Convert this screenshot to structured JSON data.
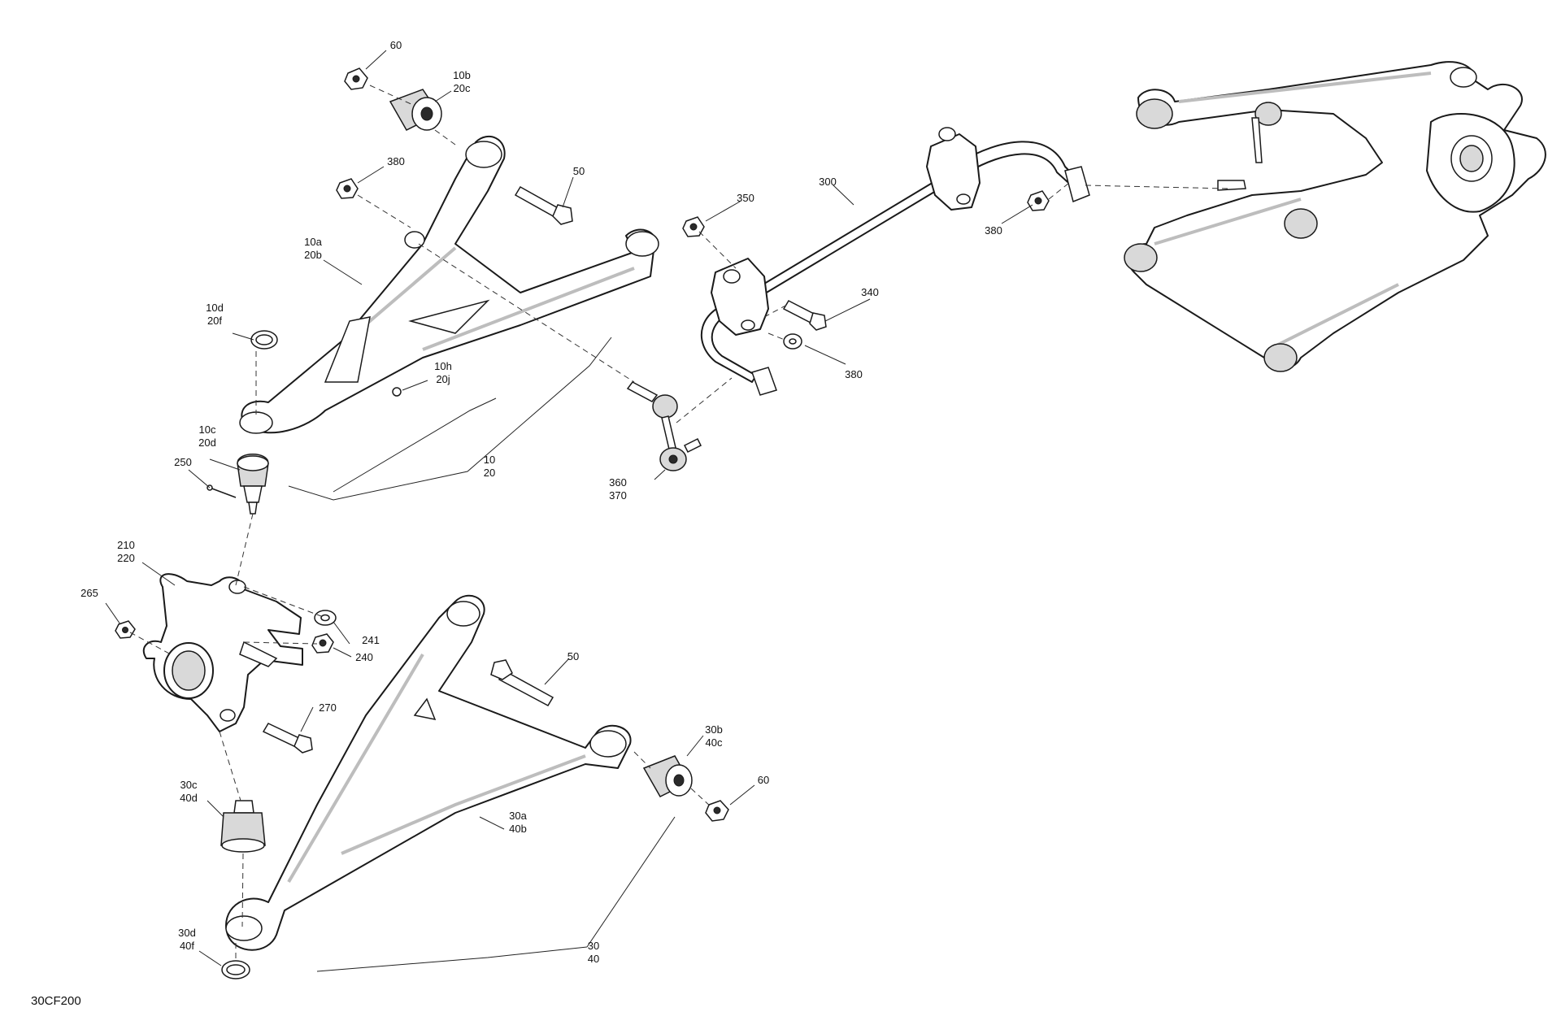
{
  "diagram_code": "30CF200",
  "callouts": [
    {
      "id": "c60a",
      "lines": [
        "60"
      ]
    },
    {
      "id": "c10b",
      "lines": [
        "10b",
        "20c"
      ]
    },
    {
      "id": "c380a",
      "lines": [
        "380"
      ]
    },
    {
      "id": "c50a",
      "lines": [
        "50"
      ]
    },
    {
      "id": "c10a",
      "lines": [
        "10a",
        "20b"
      ]
    },
    {
      "id": "c10d",
      "lines": [
        "10d",
        "20f"
      ]
    },
    {
      "id": "c10h",
      "lines": [
        "10h",
        "20j"
      ]
    },
    {
      "id": "c10c",
      "lines": [
        "10c",
        "20d"
      ]
    },
    {
      "id": "c250",
      "lines": [
        "250"
      ]
    },
    {
      "id": "c10",
      "lines": [
        "10",
        "20"
      ]
    },
    {
      "id": "c300",
      "lines": [
        "300"
      ]
    },
    {
      "id": "c350",
      "lines": [
        "350"
      ]
    },
    {
      "id": "c340",
      "lines": [
        "340"
      ]
    },
    {
      "id": "c380b",
      "lines": [
        "380"
      ]
    },
    {
      "id": "c380c",
      "lines": [
        "380"
      ]
    },
    {
      "id": "c360",
      "lines": [
        "360",
        "370"
      ]
    },
    {
      "id": "c210",
      "lines": [
        "210",
        "220"
      ]
    },
    {
      "id": "c265",
      "lines": [
        "265"
      ]
    },
    {
      "id": "c241",
      "lines": [
        "241"
      ]
    },
    {
      "id": "c240",
      "lines": [
        "240"
      ]
    },
    {
      "id": "c50b",
      "lines": [
        "50"
      ]
    },
    {
      "id": "c270",
      "lines": [
        "270"
      ]
    },
    {
      "id": "c30b",
      "lines": [
        "30b",
        "40c"
      ]
    },
    {
      "id": "c60b",
      "lines": [
        "60"
      ]
    },
    {
      "id": "c30c",
      "lines": [
        "30c",
        "40d"
      ]
    },
    {
      "id": "c30a",
      "lines": [
        "30a",
        "40b"
      ]
    },
    {
      "id": "c30d",
      "lines": [
        "30d",
        "40f"
      ]
    },
    {
      "id": "c30",
      "lines": [
        "30",
        "40"
      ]
    }
  ]
}
